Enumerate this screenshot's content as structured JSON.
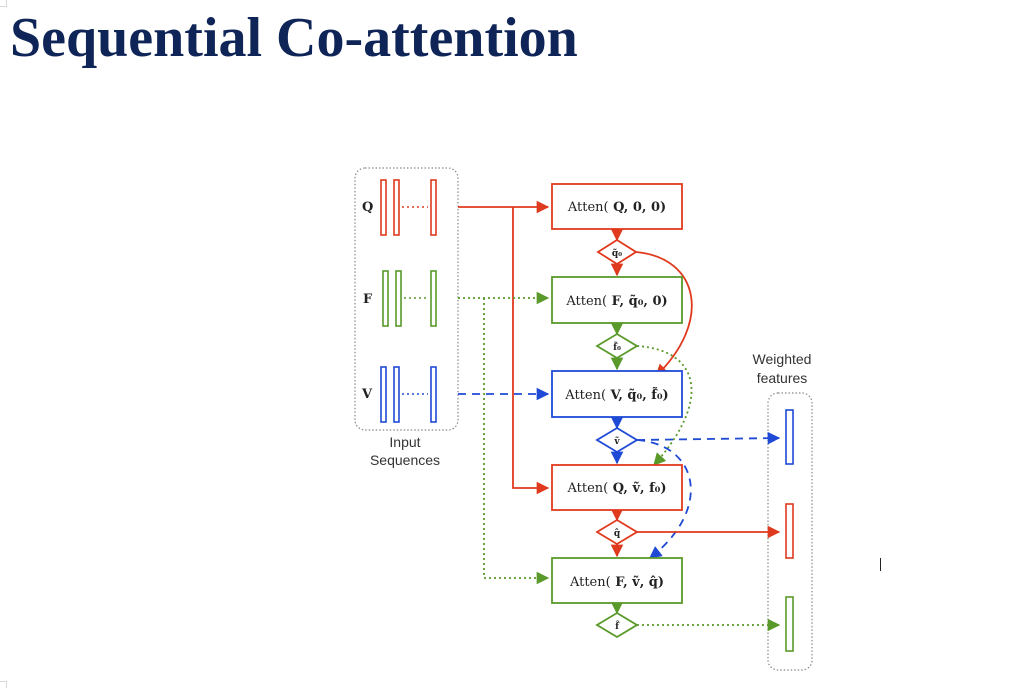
{
  "title": "Sequential Co-attention",
  "inputs": {
    "caption_line1": "Input",
    "caption_line2": "Sequences",
    "rows": [
      {
        "label": "Q",
        "color": "#e03a1e"
      },
      {
        "label": "F",
        "color": "#5a9a2a"
      },
      {
        "label": "V",
        "color": "#1f4ad6"
      }
    ]
  },
  "output": {
    "caption_line1": "Weighted",
    "caption_line2": "features"
  },
  "steps": [
    {
      "call": "Atten(",
      "args": " Q, 0, 0)",
      "output": "q̃₀",
      "color": "#e03a1e"
    },
    {
      "call": "Atten(",
      "args": " F, q̃₀, 0)",
      "output": "f̃₀",
      "color": "#5a9a2a"
    },
    {
      "call": "Atten(",
      "args": " V, q̃₀, f̃₀)",
      "output": "ṽ",
      "color": "#1f4ad6"
    },
    {
      "call": "Atten(",
      "args": " Q, ṽ, f₀)",
      "output": "q̂",
      "color": "#e03a1e"
    },
    {
      "call": "Atten(",
      "args": " F, ṽ, q̂)",
      "output": "f̂",
      "color": "#5a9a2a"
    }
  ],
  "colors": {
    "title": "#0f2557",
    "red": "#e03a1e",
    "green": "#5a9a2a",
    "blue": "#1f4ad6"
  },
  "icons": [
    "arrowhead-icon",
    "decision-diamond-icon",
    "feature-bar-icon"
  ]
}
